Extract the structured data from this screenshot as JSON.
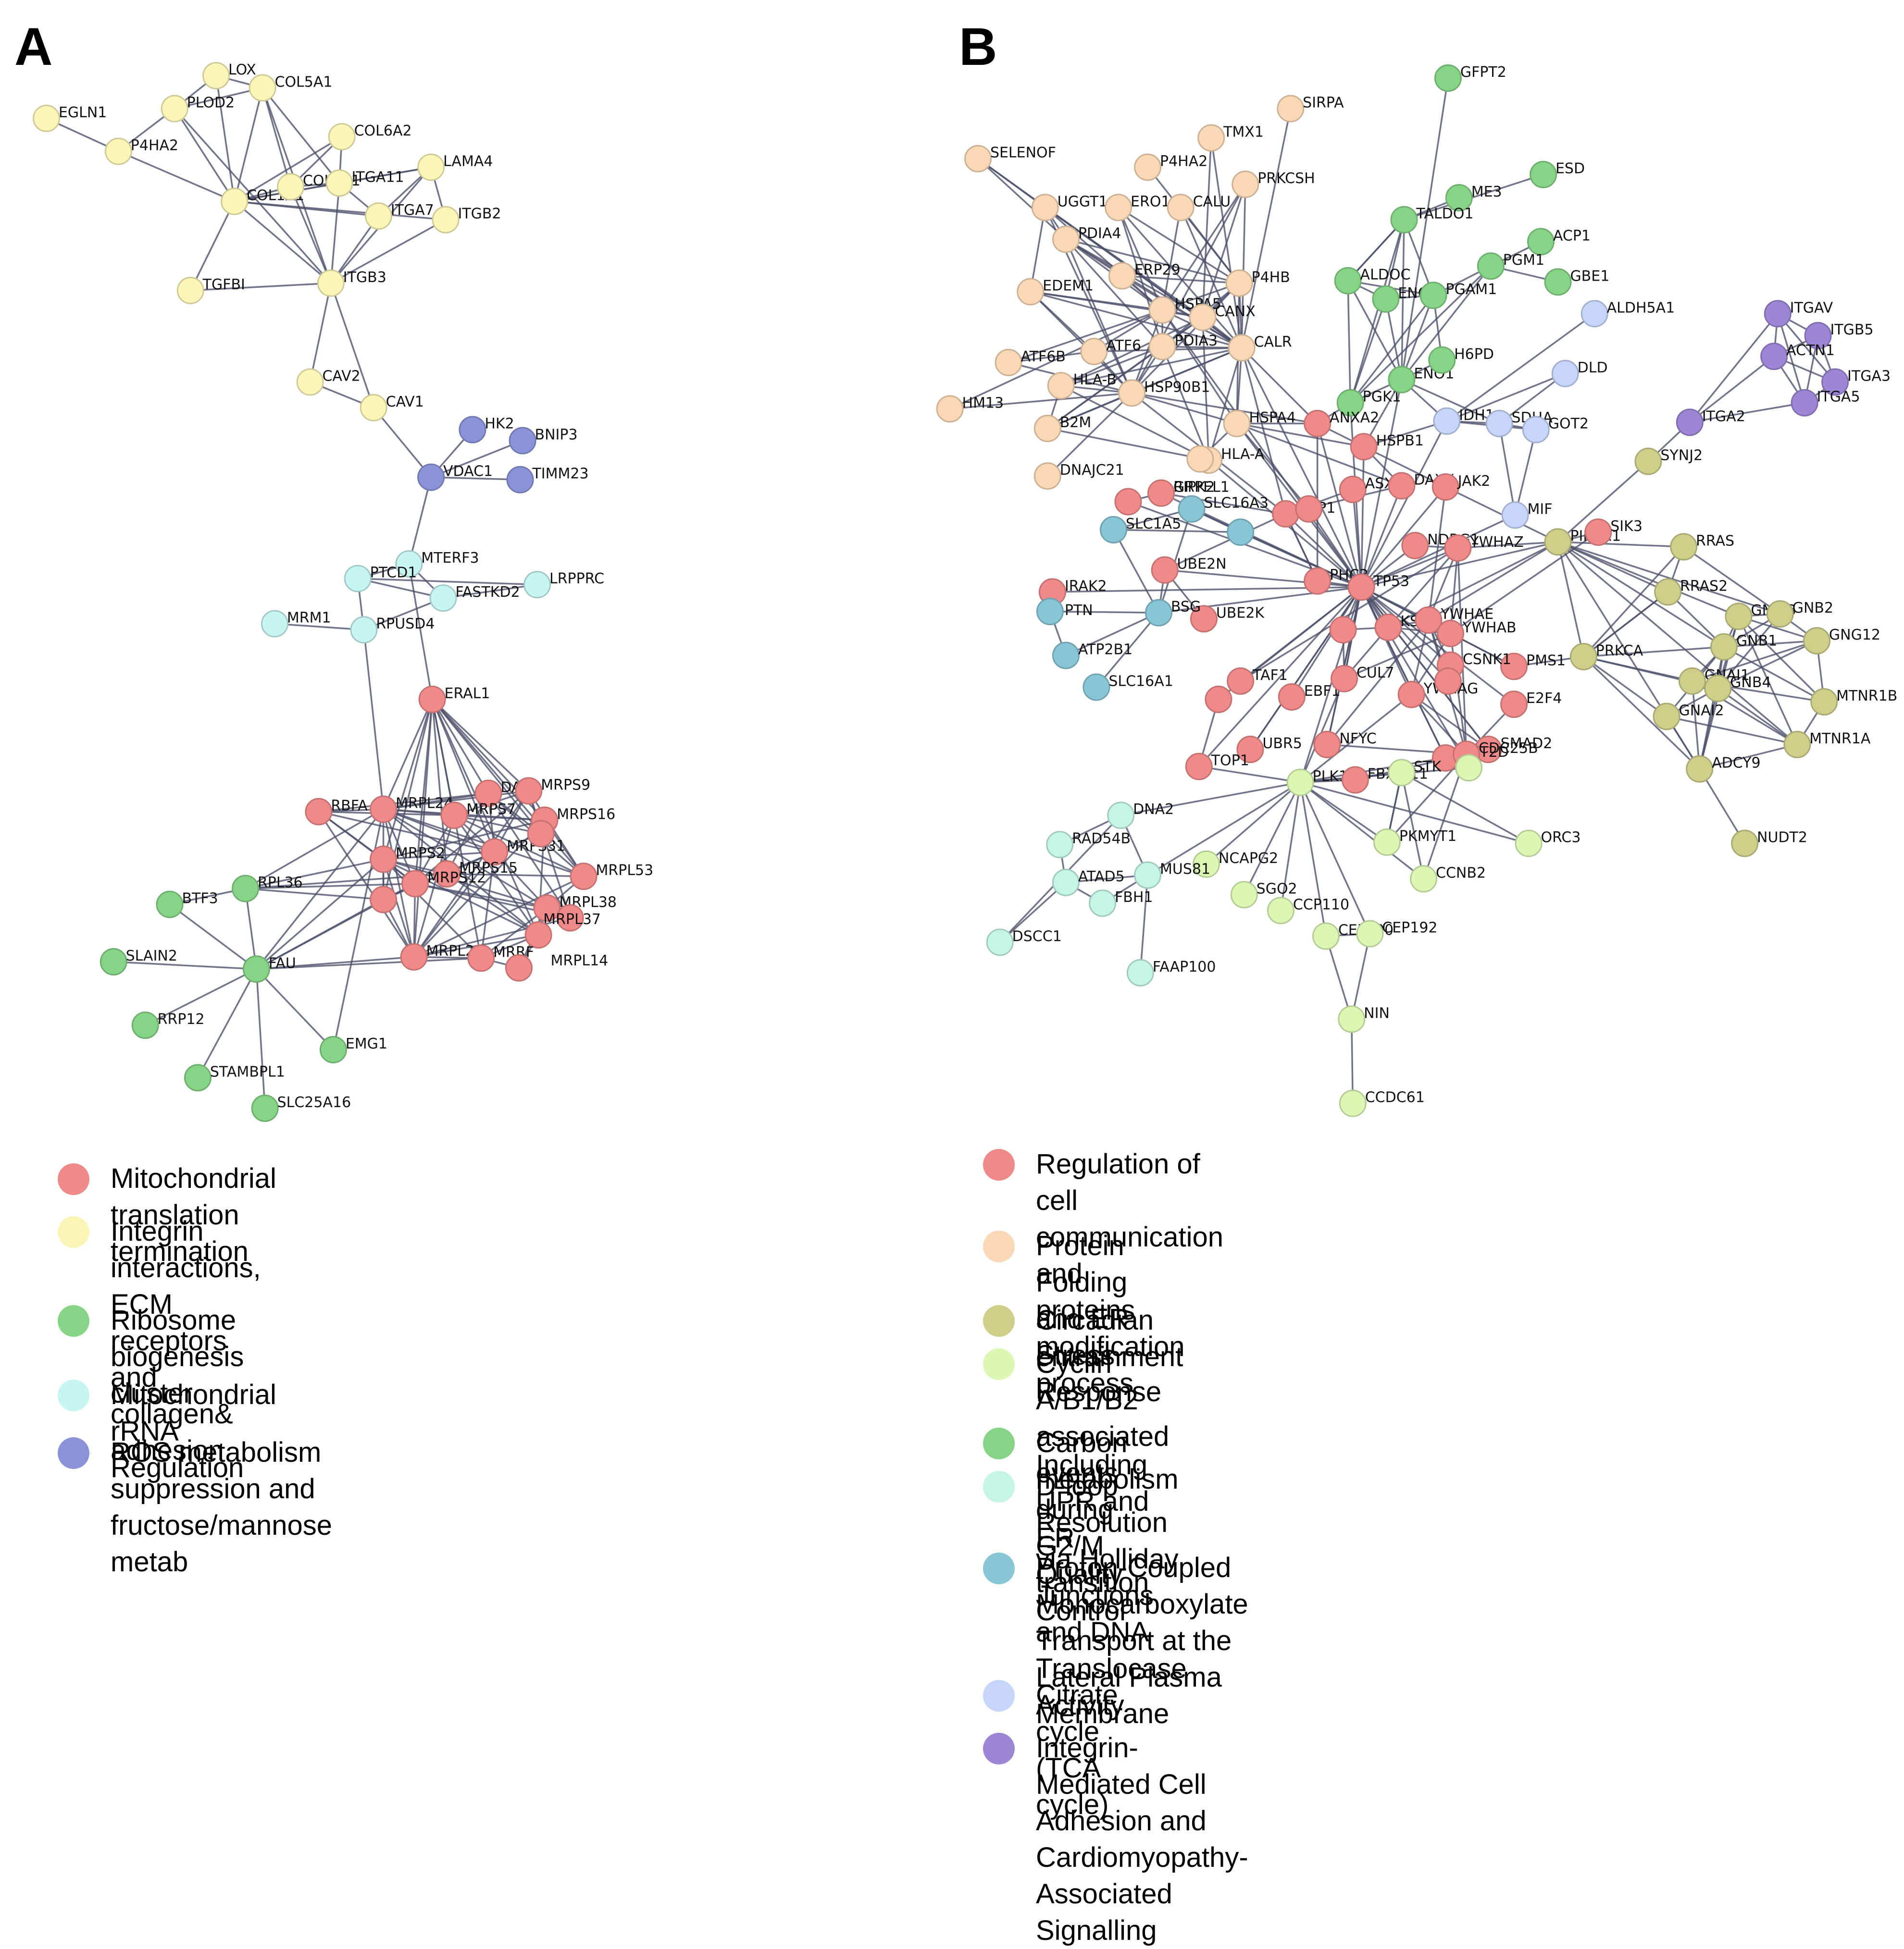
{
  "panels": [
    {
      "id": "A",
      "letter": "A",
      "clusters": [
        {
          "key": "mito_translation",
          "label": "Mitochondrial translation termination",
          "color": "#f08a8a"
        },
        {
          "key": "integrin_ecm",
          "label": "Integrin interactions, ECM receptors and\ncollagen& adhesion",
          "color": "#fbf6b8"
        },
        {
          "key": "ribosome",
          "label": "Ribosome biogenesis cluster",
          "color": "#86d486"
        },
        {
          "key": "mito_rrna",
          "label": "Mitochondrial rRNA Regulation",
          "color": "#c6f5f2"
        },
        {
          "key": "ros",
          "label": "ROS metabolism suppression and\nfructose/mannose metab",
          "color": "#8a93d8"
        }
      ],
      "nodes": [
        "EGLN1",
        "LOX",
        "COL5A1",
        "PLOD2",
        "P4HA2",
        "COL6A2",
        "LAMA4",
        "COL1A1",
        "COL6A1",
        "ITGA11",
        "ITGA7",
        "ITGB2",
        "TGFBI",
        "ITGB3",
        "CAV2",
        "CAV1",
        "HK2",
        "BNIP3",
        "VDAC1",
        "TIMM23",
        "MTERF3",
        "PTCD1",
        "FASTKD2",
        "LRPPRC",
        "MRM1",
        "RPUSD4",
        "ERAL1",
        "RBFA",
        "MRPL24",
        "DAP3",
        "MRPS9",
        "MRPS16",
        "MRPS7",
        "MRPS2",
        "MRPS31",
        "MRPS15",
        "MRPS12",
        "MRPL53",
        "MRPL38",
        "MRPL37",
        "MRPL22",
        "MRPL14",
        "MRRF",
        "BTF3",
        "RPL36",
        "SLAIN2",
        "FAU",
        "RRP12",
        "EMG1",
        "STAMBPL1",
        "SLC25A16"
      ]
    },
    {
      "id": "B",
      "letter": "B",
      "clusters": [
        {
          "key": "cell_comm",
          "label": "Regulation of cell communication and\nproteins modification process",
          "color": "#f08a8a"
        },
        {
          "key": "folding",
          "label": "Protein Folding and ER Stress Response ,\nIncluding UPR and ER Quality Control",
          "color": "#f9d8b6"
        },
        {
          "key": "circadian",
          "label": "Circadian entrainment",
          "color": "#cdcf8a"
        },
        {
          "key": "cyclin",
          "label": "Cyclin A/B1/B2 associated events\nduring G2/M transition",
          "color": "#dcf7b4"
        },
        {
          "key": "carbon",
          "label": "Carbon metabolism",
          "color": "#86d486"
        },
        {
          "key": "dloop",
          "label": "D-loop Resolution via Holliday Junctions\nand DNA Translocase Activity",
          "color": "#c4f5e6"
        },
        {
          "key": "proton",
          "label": "Proton-Coupled Monocarboxylate\nTransport at the Lateral Plasma\nMembrane",
          "color": "#88c6d6"
        },
        {
          "key": "tca",
          "label": "Citrate cycle (TCA cycle)",
          "color": "#c6d6fa"
        },
        {
          "key": "integrin_cardio",
          "label": "Integrin-Mediated Cell Adhesion and\nCardiomyopathy-Associated Signalling",
          "color": "#9c86d6"
        }
      ],
      "nodes": [
        "SELENOF",
        "TMX1",
        "SIRPA",
        "P4HA2",
        "PRKCSH",
        "UGGT1",
        "ERO1A",
        "CALU",
        "PDIA4",
        "ERP29",
        "EDEM1",
        "HSPA5",
        "CANX",
        "P4HB",
        "ATF6B",
        "ATF6",
        "PDIA3",
        "CALR",
        "HLA-B",
        "HSP90B1",
        "HM13",
        "B2M",
        "HSPA4",
        "HLA-A",
        "DNAJC21",
        "GRPEL1",
        "GFPT2",
        "ESD",
        "ME3",
        "TALDO1",
        "ACP1",
        "ALDOC",
        "PGM1",
        "ENO2",
        "PGAM1",
        "GBE1",
        "PGK1",
        "ENO1",
        "H6PD",
        "ALDH5A1",
        "DLD",
        "IDH1",
        "SDHA",
        "GOT2",
        "MIF",
        "ITGAV",
        "ITGB5",
        "ACTN1",
        "ITGA3",
        "ITGA5",
        "ITGA2",
        "SYNJ2",
        "ANXA2",
        "HSPB1",
        "ASXL1",
        "DAXX",
        "JAK2",
        "RIPK2",
        "BAP1",
        "NDRG1",
        "YWHAZ",
        "PIK3R1",
        "SIK3",
        "UBE2N",
        "PHC3",
        "TP53",
        "IRAK2",
        "PTN",
        "UBE2K",
        "KSR1",
        "YWHAE",
        "YWHAB",
        "PMS1",
        "TAF1",
        "EBF1",
        "CUL7",
        "CSNK1",
        "E2F4",
        "YWHAG",
        "UBR5",
        "NFYC",
        "SMAD2",
        "TOP1",
        "KMT2D",
        "CDC25B",
        "SLC16A3",
        "SLC1A5",
        "BSG",
        "ATP2B1",
        "SLC16A1",
        "RRAS",
        "RRAS2",
        "GNAI3",
        "GNB2",
        "GNB1",
        "GNG12",
        "PRKCA",
        "GNAI1",
        "GNB4",
        "GNAI2",
        "MTNR1B",
        "MTNR1A",
        "ADCY9",
        "NUDT2",
        "PLK1",
        "FBXW11",
        "STK",
        "ORC3",
        "PKMYT1",
        "CCNB2",
        "NCAPG2",
        "SGO2",
        "CCP110",
        "CEP290",
        "CEP192",
        "NIN",
        "CCDC61",
        "DNA2",
        "RAD54B",
        "ATAD5",
        "MUS81",
        "FBH1",
        "DSCC1",
        "FAAP100"
      ]
    }
  ]
}
